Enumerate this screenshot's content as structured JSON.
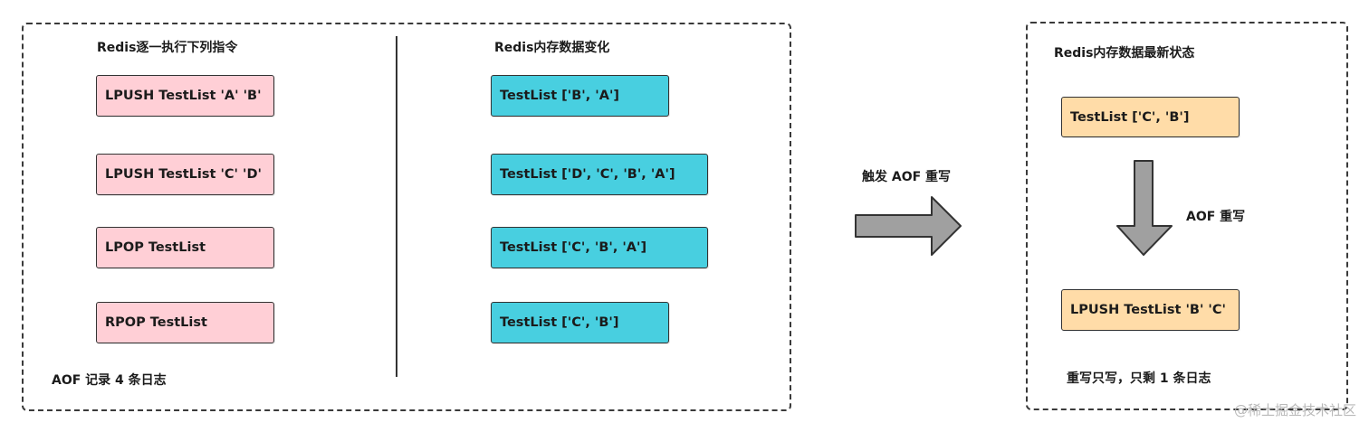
{
  "left_panel": {
    "commands_title": "Redis逐一执行下列指令",
    "memory_title": "Redis内存数据变化",
    "commands": [
      "LPUSH TestList 'A' 'B'",
      "LPUSH TestList 'C' 'D'",
      "LPOP TestList",
      "RPOP TestList"
    ],
    "states": [
      "TestList ['B', 'A']",
      "TestList ['D', 'C', 'B', 'A']",
      "TestList ['C', 'B', 'A']",
      "TestList ['C', 'B']"
    ],
    "footnote": "AOF 记录 4 条日志"
  },
  "middle": {
    "trigger_label": "触发 AOF 重写"
  },
  "right_panel": {
    "title": "Redis内存数据最新状态",
    "latest_state": "TestList ['C', 'B']",
    "rewrite_label": "AOF 重写",
    "rewritten_command": "LPUSH TestList 'B' 'C'",
    "footnote": "重写只写，只剩 1 条日志"
  },
  "watermark": "@稀土掘金技术社区",
  "colors": {
    "command_box": "#ffcfd6",
    "state_box": "#48cfe0",
    "result_box": "#ffdca8",
    "arrow_fill": "#a0a0a0",
    "border": "#333333"
  }
}
